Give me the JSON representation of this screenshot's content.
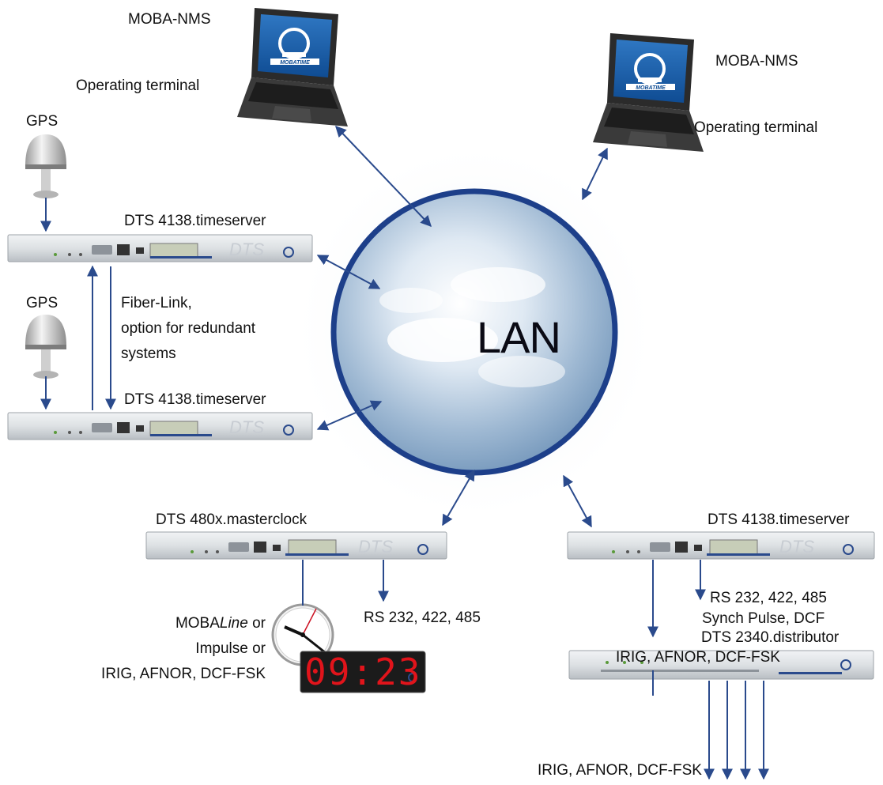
{
  "network": {
    "lan_label": "LAN"
  },
  "terminals": [
    {
      "name": "MOBA-NMS",
      "role": "Operating terminal",
      "logo_text": "MOBATIME"
    },
    {
      "name": "MOBA-NMS",
      "role": "Operating terminal",
      "logo_text": "MOBATIME"
    }
  ],
  "gps": [
    {
      "label": "GPS"
    },
    {
      "label": "GPS"
    }
  ],
  "timeservers": [
    {
      "label": "DTS 4138.timeserver",
      "panel_text": "DTS"
    },
    {
      "label": "DTS 4138.timeserver",
      "panel_text": "DTS"
    }
  ],
  "fiber_link": {
    "line1": "Fiber-Link,",
    "line2": "option for redundant",
    "line3": "systems"
  },
  "masterclock": {
    "label": "DTS 480x.masterclock",
    "panel_text": "DTS",
    "output_serial": "RS 232, 422, 485",
    "output_line1_prefix": "MOBA",
    "output_line1_italic": "Line",
    "output_line1_suffix": " or",
    "output_line2": "Impulse or",
    "output_line3": "IRIG, AFNOR, DCF-FSK",
    "digital_clock_display": "09:23"
  },
  "timeserver_right": {
    "label": "DTS 4138.timeserver",
    "panel_text": "DTS",
    "output_serial_line1": "RS 232, 422, 485",
    "output_serial_line2": "Synch Pulse, DCF",
    "output_timecode": "IRIG, AFNOR, DCF-FSK"
  },
  "distributor": {
    "label": "DTS 2340.distributor",
    "output_label": "IRIG, AFNOR, DCF-FSK"
  },
  "colors": {
    "arrow": "#2a4a8c",
    "lan_ring": "#1d3f8a",
    "rack_body": "#dfe3e6",
    "clock_red": "#e1141b"
  }
}
